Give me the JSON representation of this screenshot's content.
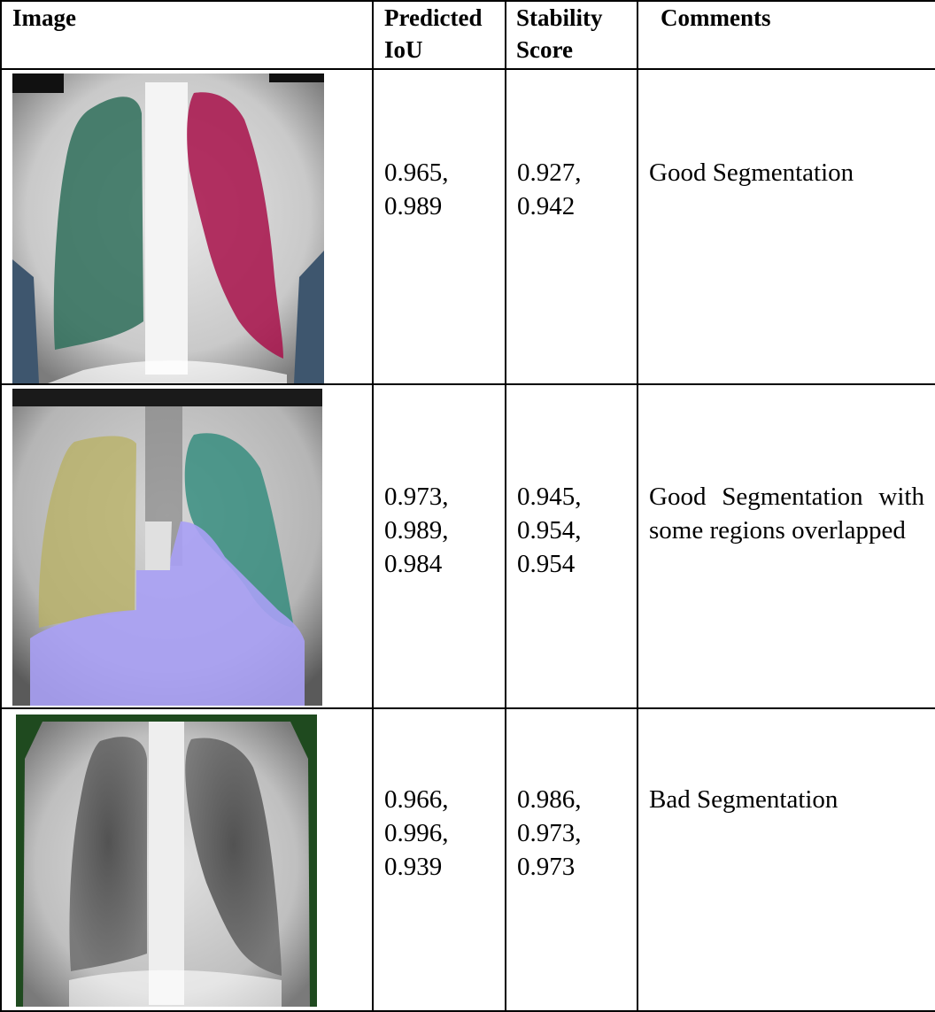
{
  "table": {
    "headers": {
      "image": "Image",
      "iou_line1": "Predicted",
      "iou_line2": "IoU",
      "stability_line1": "Stability",
      "stability_line2": "Score",
      "comments": "Comments"
    },
    "rows": [
      {
        "image_icon": "chest-xray-two-lung-masks",
        "predicted_iou": [
          "0.965,",
          "0.989"
        ],
        "stability_score": [
          "0.927,",
          "0.942"
        ],
        "comment": "Good Segmentation"
      },
      {
        "image_icon": "chest-xray-three-masks-overlapped",
        "predicted_iou": [
          "0.973,",
          "0.989,",
          "0.984"
        ],
        "stability_score": [
          "0.945,",
          "0.954,",
          "0.954"
        ],
        "comment": "Good Segmentation with some regions overlapped"
      },
      {
        "image_icon": "chest-xray-green-border",
        "predicted_iou": [
          "0.966,",
          "0.996,",
          "0.939"
        ],
        "stability_score": [
          "0.986,",
          "0.973,",
          "0.973"
        ],
        "comment": "Bad Segmentation"
      }
    ]
  },
  "colors": {
    "mask_green": "#2f6f5a",
    "mask_magenta": "#a8104a",
    "mask_olive": "#b8b060",
    "mask_teal": "#2e8a7a",
    "mask_lavender": "#a9a0f5",
    "mask_dark_green": "#1f4a1f",
    "side_slate": "#3e566e"
  }
}
